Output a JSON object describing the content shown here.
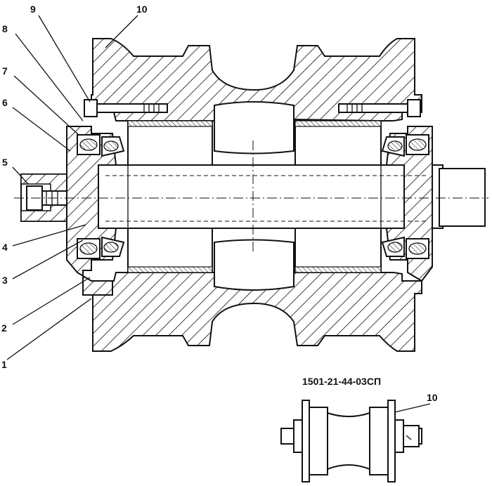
{
  "drawing": {
    "callouts": [
      {
        "id": "c1",
        "label": "1"
      },
      {
        "id": "c2",
        "label": "2"
      },
      {
        "id": "c3",
        "label": "3"
      },
      {
        "id": "c4",
        "label": "4"
      },
      {
        "id": "c5",
        "label": "5"
      },
      {
        "id": "c6",
        "label": "6"
      },
      {
        "id": "c7",
        "label": "7"
      },
      {
        "id": "c8",
        "label": "8"
      },
      {
        "id": "c9",
        "label": "9"
      },
      {
        "id": "c10",
        "label": "10"
      }
    ],
    "inset": {
      "code": "1501-21-44-03СП",
      "callout": "10"
    }
  }
}
